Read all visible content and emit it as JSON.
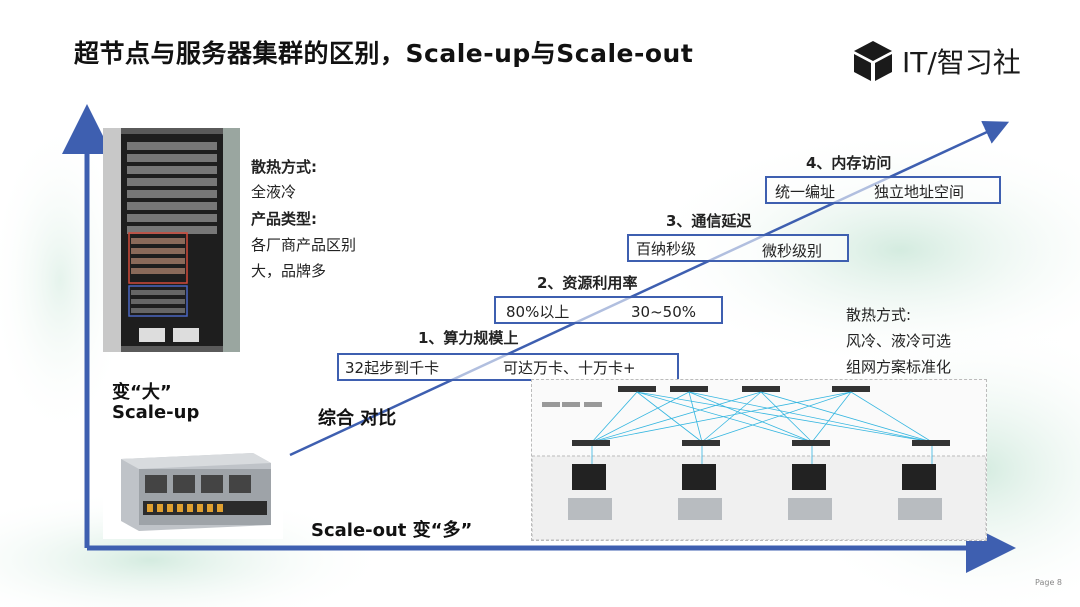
{
  "title": "超节点与服务器集群的区别，Scale-up与Scale-out",
  "logo": {
    "text": "IT/智习社"
  },
  "left_panel": {
    "cooling_label": "散热方式:",
    "cooling_value": "全液冷",
    "product_label": "产品类型:",
    "product_value_1": "各厂商产品区别",
    "product_value_2": "大，品牌多"
  },
  "scale_up": {
    "line1": "变“大”",
    "line2": "Scale-up"
  },
  "scale_out": "Scale-out 变“多”",
  "compare": "综合  对比",
  "steps": [
    {
      "title": "1、算力规模上",
      "left": "32起步到千卡",
      "right": "可达万卡、十万卡+"
    },
    {
      "title": "2、资源利用率",
      "left": "80%以上",
      "right": "30~50%"
    },
    {
      "title": "3、通信延迟",
      "left": "百纳秒级",
      "right": "微秒级别"
    },
    {
      "title": "4、内存访问",
      "left": "统一编址",
      "right": "独立地址空间"
    }
  ],
  "right_panel": {
    "cooling_label": "散热方式:",
    "cooling_value": "风冷、液冷可选",
    "network": "组网方案标准化"
  },
  "page": "Page 8",
  "colors": {
    "axis": "#3e5fb0",
    "box_border": "#3e5fb0",
    "link": "#35b6e0",
    "wash": "#dcefe6"
  }
}
